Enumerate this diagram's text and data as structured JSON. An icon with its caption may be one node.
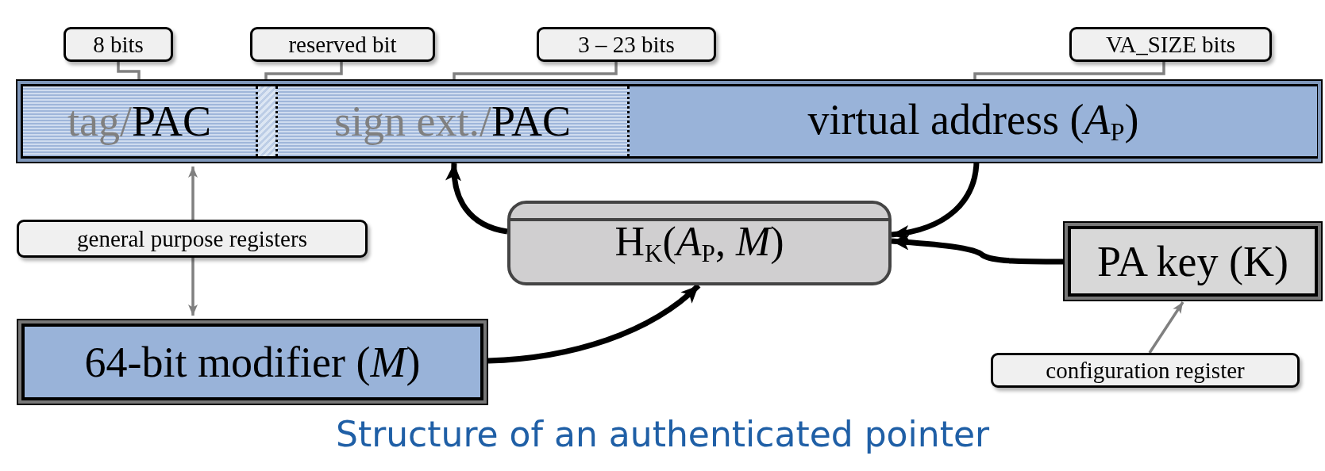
{
  "diagram": {
    "title": "Structure of an authenticated pointer",
    "nodes": [
      {
        "text": [
          "8 bits"
        ]
      },
      {
        "text": [
          "reserved bit"
        ]
      },
      {
        "text": [
          "3 – 23 bits"
        ]
      },
      {
        "text": [
          "VA_SIZE bits"
        ]
      },
      {
        "text": [],
        "shape": "bar"
      },
      {
        "text": [
          "tag/",
          "PAC"
        ],
        "in": 4
      },
      {
        "text": [],
        "shape": "bar",
        "in": 4
      },
      {
        "text": [
          "sign ext./",
          "PAC"
        ],
        "in": 4
      },
      {
        "text": [
          "virtual address (*A*$_{P}$)"
        ],
        "in": 4
      },
      {
        "text": [
          "general purpose registers"
        ]
      },
      {
        "text": [
          "H$_{K}$(*A*$_{P}$, *M*)"
        ]
      },
      {
        "text": [
          "PA key (K)"
        ]
      },
      {
        "text": [
          "64-bit modifier (*M*)"
        ]
      },
      {
        "text": [
          "configuration register"
        ]
      }
    ],
    "edges": [
      {
        "from": 0,
        "to": 5,
        "arrow": "none"
      },
      {
        "from": 1,
        "to": 6,
        "arrow": "none"
      },
      {
        "from": 2,
        "to": 7,
        "arrow": "none"
      },
      {
        "from": 3,
        "to": 8,
        "arrow": "none"
      },
      {
        "from": 8,
        "to": 10,
        "arrow": "to",
        "style": "thick",
        "color": "#000000"
      },
      {
        "from": 10,
        "to": 7,
        "arrow": "to",
        "style": "thick",
        "color": "#000000"
      },
      {
        "from": 9,
        "to": 5,
        "arrow": "to"
      },
      {
        "from": 9,
        "to": 12,
        "arrow": "to"
      },
      {
        "from": 11,
        "to": 10,
        "arrow": "to",
        "style": "thick",
        "color": "#000000"
      },
      {
        "from": 12,
        "to": 10,
        "arrow": "to",
        "style": "thick",
        "color": "#000000"
      },
      {
        "from": 13,
        "to": 11,
        "arrow": "to"
      }
    ]
  }
}
